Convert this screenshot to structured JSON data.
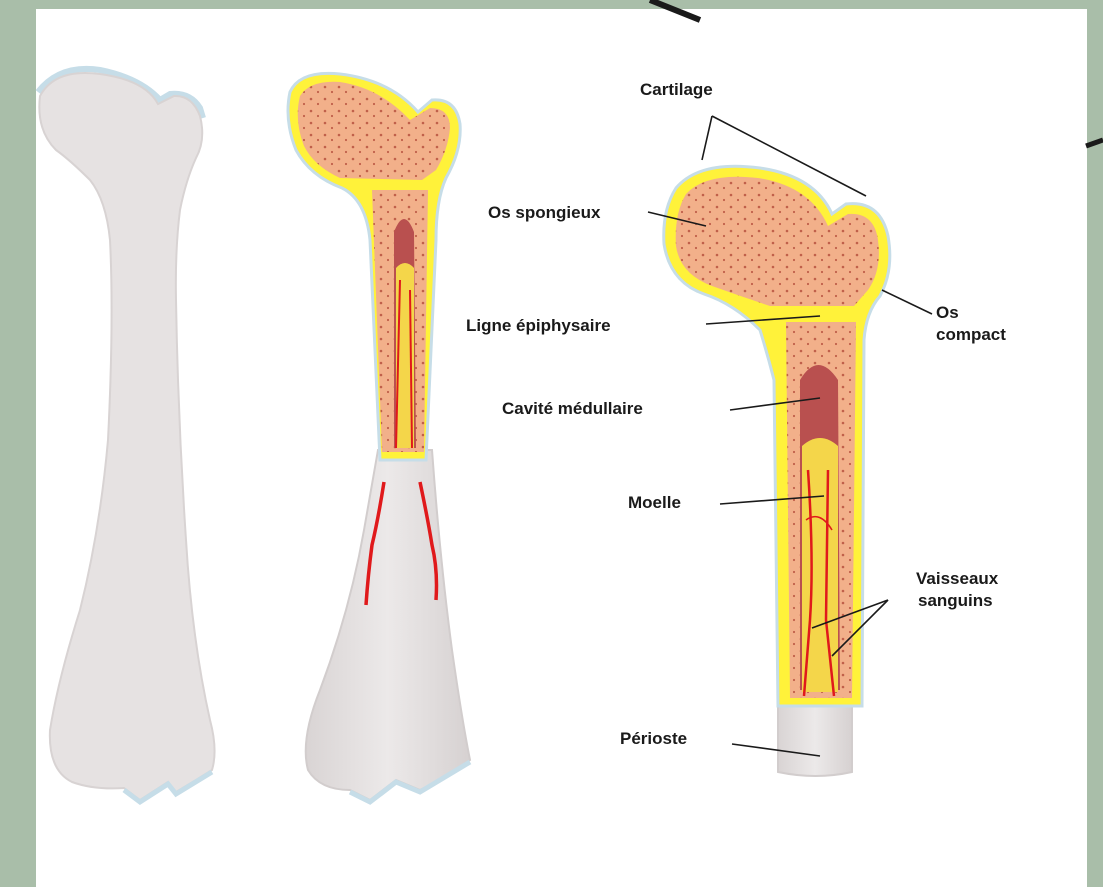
{
  "diagram": {
    "labels": {
      "cartilage": "Cartilage",
      "os_spongieux": "Os spongieux",
      "os_compact_1": "Os",
      "os_compact_2": "compact",
      "ligne_epiphysaire": "Ligne épiphysaire",
      "cavite_medullaire": "Cavité médullaire",
      "moelle": "Moelle",
      "vaisseaux_1": "Vaisseaux",
      "vaisseaux_2": "sanguins",
      "perioste": "Périoste"
    },
    "colors": {
      "background": "#a9bea9",
      "bone": "#e6e2e2",
      "bone_edge": "#cdc8c8",
      "cartilage": "#c6dde8",
      "compact_bone": "#fff23a",
      "spongy_bone": "#f2b08a",
      "marrow_cavity": "#b9504f",
      "yellow_marrow": "#f4d64a",
      "blood_vessel": "#e0191b"
    }
  }
}
